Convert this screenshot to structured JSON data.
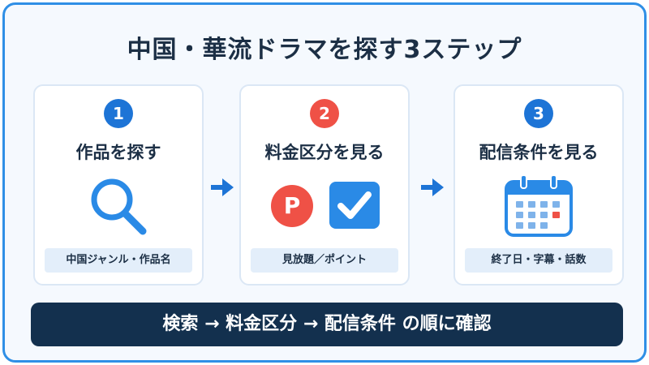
{
  "title": "中国・華流ドラマを探す3ステップ",
  "colors": {
    "accent": "#1d74d6",
    "red": "#ef5146",
    "dark": "#13304e",
    "border": "#2f8fe6"
  },
  "steps": [
    {
      "number": "1",
      "title": "作品を探す",
      "tag": "中国ジャンル・作品名",
      "icon": "search-icon"
    },
    {
      "number": "2",
      "title": "料金区分を見る",
      "tag": "見放題／ポイント",
      "icon_p_letter": "P",
      "icon": "point-and-check-icons"
    },
    {
      "number": "3",
      "title": "配信条件を見る",
      "tag": "終了日・字幕・話数",
      "icon": "calendar-icon"
    }
  ],
  "bottom": {
    "text": "検索 → 料金区分 → 配信条件 の順に確認"
  }
}
